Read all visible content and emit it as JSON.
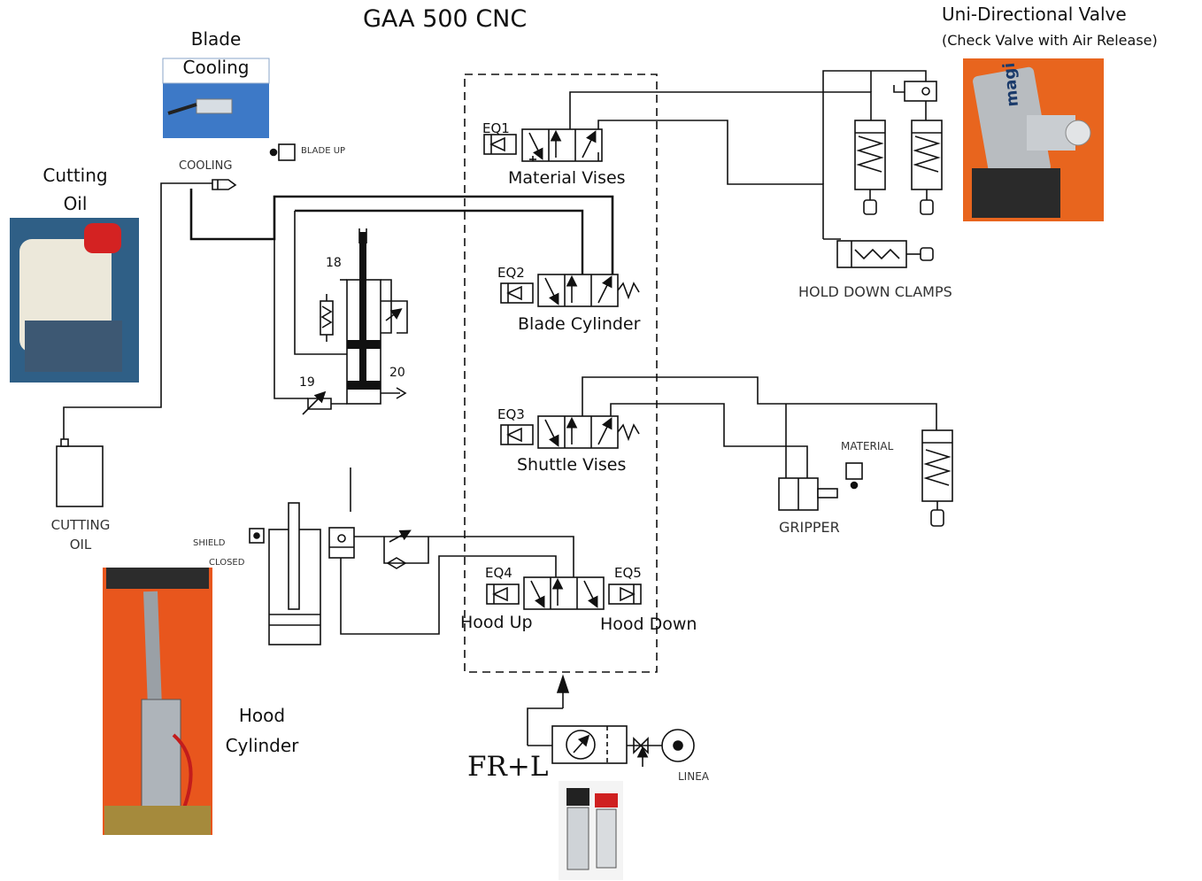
{
  "title": "GAA 500 CNC",
  "labels": {
    "blade_cooling_line1": "Blade",
    "blade_cooling_line2": "Cooling",
    "cutting_oil_line1": "Cutting",
    "cutting_oil_line2": "Oil",
    "uni_valve_line1": "Uni-Directional Valve",
    "uni_valve_line2": "(Check Valve with Air Release)",
    "hood_cylinder_line1": "Hood",
    "hood_cylinder_line2": "Cylinder",
    "cooling": "COOLING",
    "blade_up": "BLADE UP",
    "cutting_oil_bottom_line1": "CUTTING",
    "cutting_oil_bottom_line2": "OIL",
    "shield": "SHIELD",
    "closed": "CLOSED",
    "material_vises": "Material Vises",
    "blade_cylinder": "Blade Cylinder",
    "shuttle_vises": "Shuttle Vises",
    "hood_up": "Hood Up",
    "hood_down": "Hood Down",
    "hold_down_clamps": "HOLD DOWN CLAMPS",
    "gripper": "GRIPPER",
    "material": "MATERIAL",
    "frl": "FR+L",
    "linea": "LINEA"
  },
  "valves": {
    "eq1": "EQ1",
    "eq2": "EQ2",
    "eq3": "EQ3",
    "eq4": "EQ4",
    "eq5": "EQ5"
  },
  "numbers": {
    "n18": "18",
    "n19": "19",
    "n20": "20"
  },
  "photo_badges": {
    "magi": "magi"
  },
  "colors": {
    "line": "#111111",
    "blue_photo": "#3d79c7",
    "orange_photo": "#e8561d"
  }
}
